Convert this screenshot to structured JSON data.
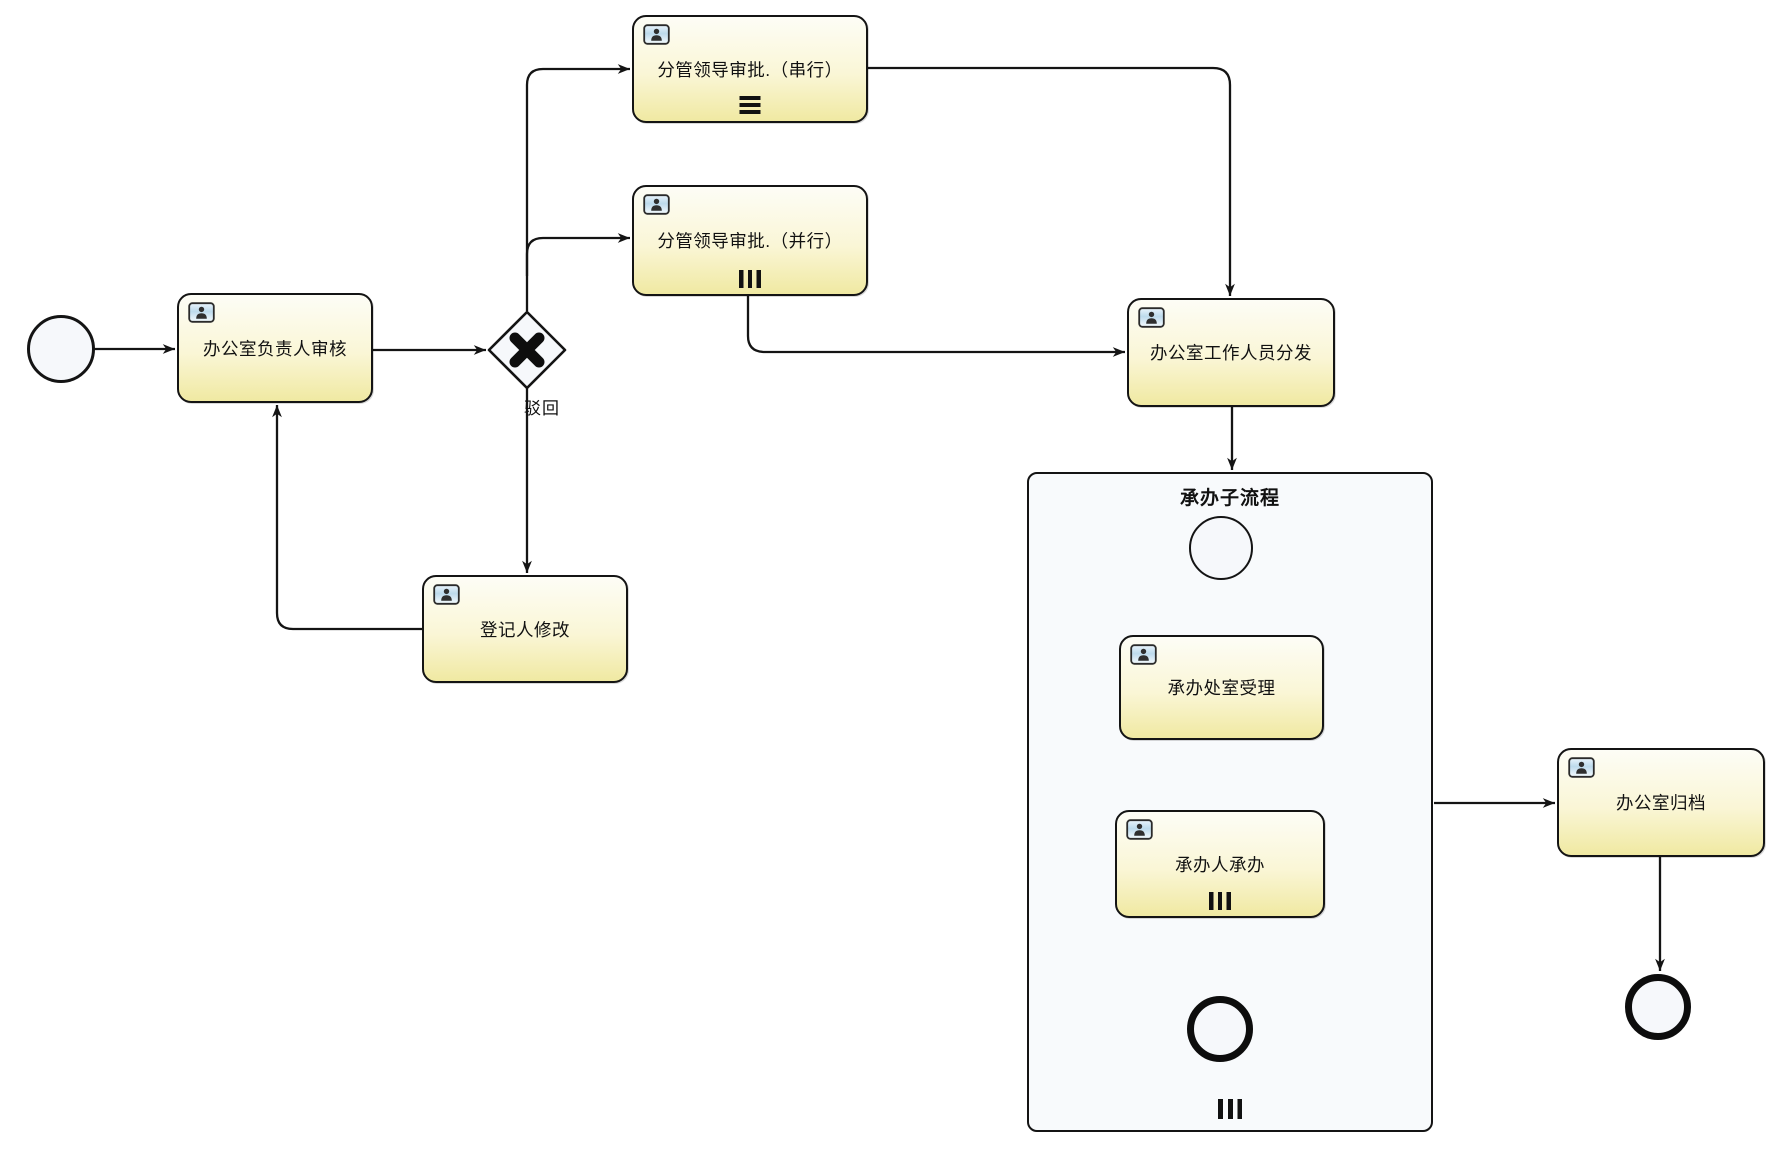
{
  "diagram": {
    "type": "bpmn-process-diagram",
    "subprocess": {
      "title": "承办子流程",
      "multi_instance": "parallel"
    },
    "tasks": {
      "review": {
        "label": "办公室负责人审核"
      },
      "serial": {
        "label": "分管领导审批.（串行）",
        "multi_instance": "sequential"
      },
      "parallel": {
        "label": "分管领导审批.（并行）",
        "multi_instance": "parallel"
      },
      "modify": {
        "label": "登记人修改"
      },
      "distribute": {
        "label": "办公室工作人员分发"
      },
      "accept": {
        "label": "承办处室受理"
      },
      "handle": {
        "label": "承办人承办",
        "multi_instance": "parallel"
      },
      "archive": {
        "label": "办公室归档"
      }
    },
    "events": {
      "start": "start-event",
      "sub_start": "subprocess-start-event",
      "sub_end": "subprocess-end-event",
      "end": "end-event"
    },
    "gateway": {
      "type": "exclusive-gateway"
    },
    "edge_labels": {
      "reject": "驳回"
    },
    "edges": [
      {
        "from": "start",
        "to": "review"
      },
      {
        "from": "review",
        "to": "gateway"
      },
      {
        "from": "gateway",
        "to": "serial"
      },
      {
        "from": "gateway",
        "to": "parallel"
      },
      {
        "from": "gateway",
        "to": "modify",
        "label": "驳回"
      },
      {
        "from": "modify",
        "to": "review"
      },
      {
        "from": "serial",
        "to": "distribute"
      },
      {
        "from": "parallel",
        "to": "distribute"
      },
      {
        "from": "distribute",
        "to": "subprocess"
      },
      {
        "from": "sub_start",
        "to": "accept"
      },
      {
        "from": "accept",
        "to": "handle"
      },
      {
        "from": "handle",
        "to": "sub_end"
      },
      {
        "from": "subprocess",
        "to": "archive"
      },
      {
        "from": "archive",
        "to": "end"
      }
    ],
    "colors": {
      "canvas": "#ffffff",
      "task_fill_top": "#fdfdf6",
      "task_fill_bottom": "#f0e9a2",
      "node_border": "#141414",
      "connector": "#141414",
      "subprocess_fill": "#f8fafc",
      "event_fill": "#f6f8fb"
    }
  }
}
